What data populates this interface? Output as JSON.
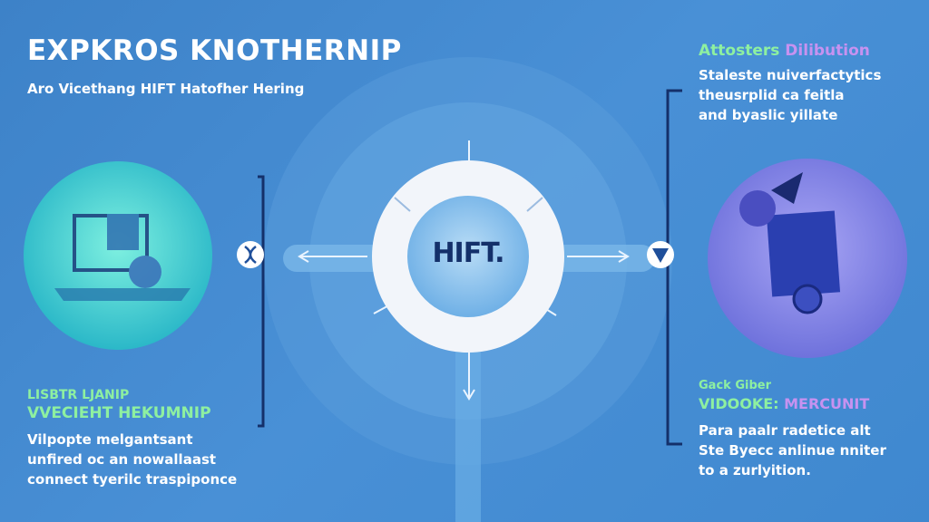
{
  "header": {
    "title": "EXPKROS KNOTHERNIP",
    "subtitle": "Aro Vicethang HIFT Hatofher Hering"
  },
  "center": {
    "label": "HIFT."
  },
  "left_panel": {
    "label_line1": "LISBTR LJANIP",
    "label_line2": "VVECIEHT HEKUMNIP",
    "body": [
      "Vilpopte melgantsant",
      "unfired oc an nowallaast",
      "connect tyerilc traspiponce"
    ]
  },
  "right_top": {
    "label_green": "Attosters",
    "label_purple": "Dilibution",
    "body": [
      "Staleste nuiverfactytics",
      "theusrplid ca feitla",
      "and byaslic yillate"
    ]
  },
  "right_bottom": {
    "label_line1": "Gack Giber",
    "label_green": "VIDOOKE:",
    "label_purple": "MERCUNIT",
    "body": [
      "Para paalr radetice alt",
      "Ste Byecc anlinue nniter",
      "to a zurlyition."
    ]
  },
  "colors": {
    "background": "#4189cf",
    "teal": "#4fd6d0",
    "purple": "#8a86e8",
    "navy": "#14306a"
  }
}
